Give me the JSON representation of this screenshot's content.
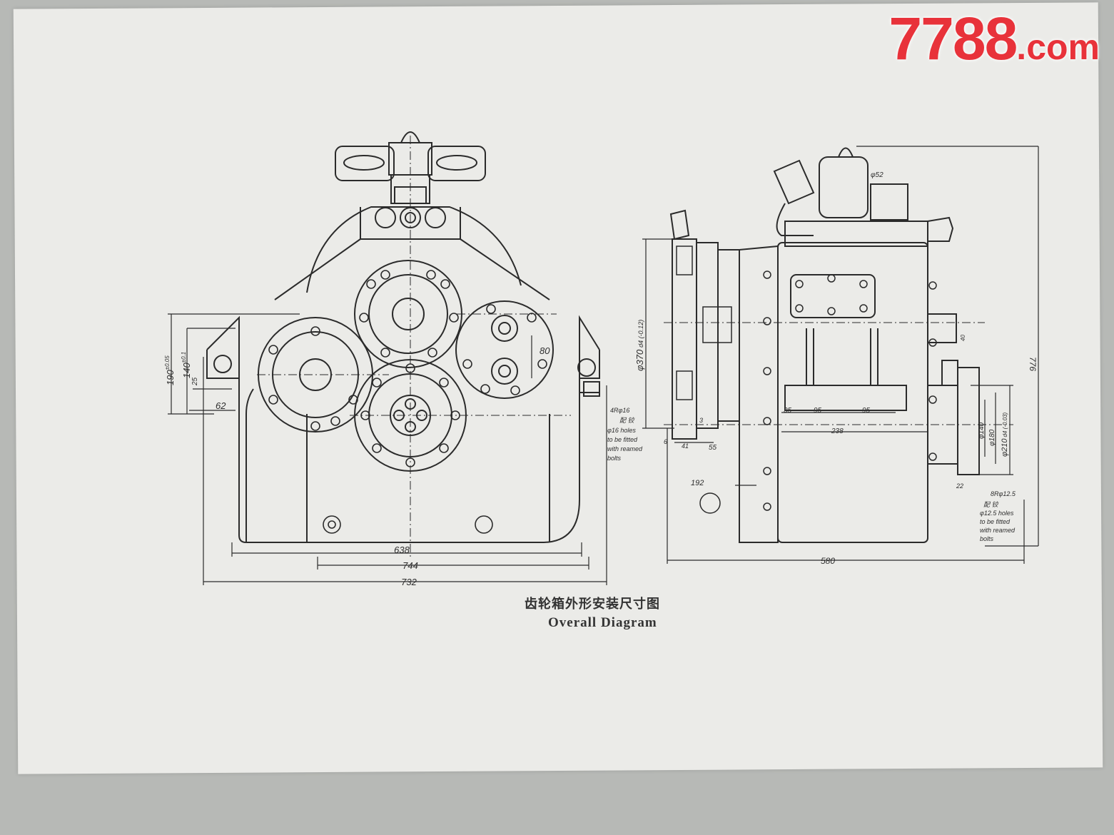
{
  "watermark": {
    "brand": "7788",
    "suffix": ".com"
  },
  "caption": {
    "chinese": "齿轮箱外形安装尺寸图",
    "english": "Overall Diagram"
  },
  "front_view": {
    "dims": {
      "w638": "638",
      "w744": "744",
      "w732": "732",
      "h190": "190",
      "h190_tol": "±0.05",
      "h140": "140",
      "h140_tol": "±0.1",
      "d25": "25",
      "d62": "62",
      "d80": "80"
    },
    "hole_note": {
      "count": "4Rφ16",
      "cn": "配 铰",
      "line1": "φ16 holes",
      "line2": "to be fitted",
      "line3": "with reamed",
      "line4": "bolts"
    }
  },
  "side_view": {
    "dims": {
      "d370": "φ370",
      "d370_fit": "d4 (-0.12)",
      "d52": "φ52",
      "d35": "35",
      "d95a": "95",
      "d95b": "95",
      "d238": "238",
      "d6": "6",
      "d41": "41",
      "d55": "55",
      "d3": "3",
      "d192": "192",
      "d580": "580",
      "d776": "776",
      "d22": "22",
      "d210": "φ210",
      "d210_fit": "d4 (-0.03)",
      "d180": "φ180",
      "d140": "φ140",
      "d40": "40"
    },
    "hole_note": {
      "count": "8Rφ12.5",
      "cn": "配 铰",
      "line1": "φ12.5 holes",
      "line2": "to be fitted",
      "line3": "with reamed",
      "line4": "bolts"
    }
  }
}
